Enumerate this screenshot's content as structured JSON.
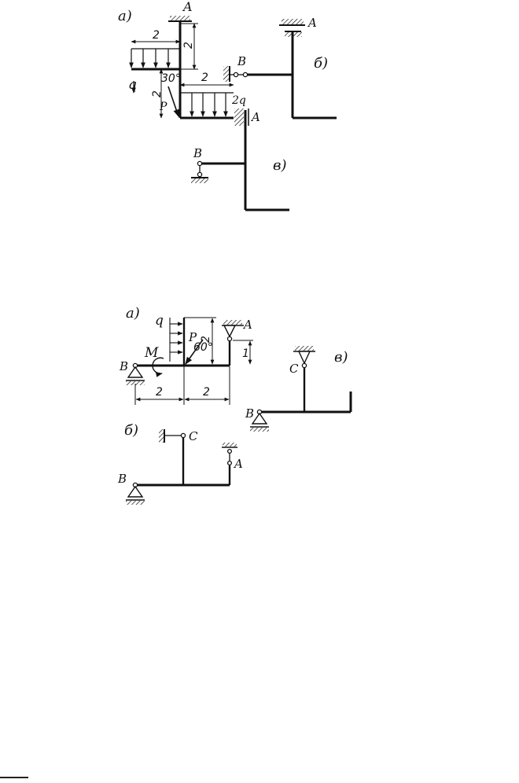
{
  "figure1": {
    "subfig_a": "а)",
    "subfig_b": "б)",
    "subfig_c": "в)",
    "point_A": "A",
    "point_B": "B",
    "load_q": "q",
    "load_2q": "2q",
    "force_P": "P",
    "angle": "30°",
    "dim_2": "2"
  },
  "figure2": {
    "subfig_a": "а)",
    "subfig_b": "б)",
    "subfig_c": "в)",
    "point_A": "A",
    "point_B": "B",
    "point_C": "C",
    "load_q": "q",
    "force_P": "P",
    "moment_M": "M",
    "angle": "60°",
    "dim_2": "2",
    "dim_1": "1"
  },
  "colors": {
    "ink": "#111111",
    "background": "#ffffff"
  }
}
